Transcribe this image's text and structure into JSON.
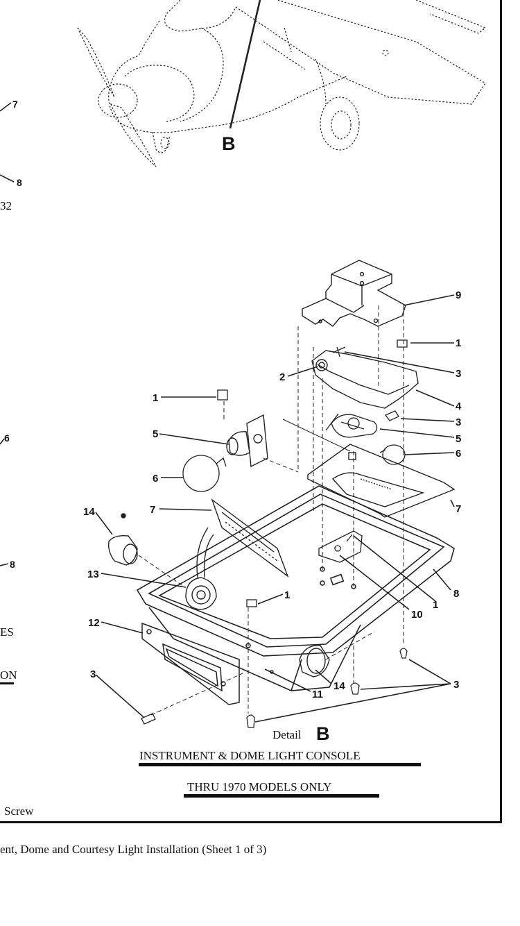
{
  "callouts": {
    "c1a": "1",
    "c1b": "1",
    "c1c": "1",
    "c1d": "1",
    "c2": "2",
    "c3a": "3",
    "c3b": "3",
    "c3c": "3",
    "c3d": "3",
    "c4": "4",
    "c5a": "5",
    "c5b": "5",
    "c6a": "6",
    "c6b": "6",
    "c7a": "7",
    "c7b": "7",
    "c8": "8",
    "c9": "9",
    "c10": "10",
    "c11": "11",
    "c12": "12",
    "c13": "13",
    "c14a": "14",
    "c14b": "14"
  },
  "left_margin": {
    "n7": "7",
    "n8a": "8",
    "n32": "32",
    "n6": "6",
    "n8b": "8",
    "es": "ES",
    "on": "ON",
    "screw": "Screw"
  },
  "detail_ref": "B",
  "detail": {
    "word": "Detail",
    "letter": "B"
  },
  "title": "INSTRUMENT & DOME LIGHT CONSOLE",
  "subtitle": "THRU 1970 MODELS ONLY",
  "figure_caption": "ent,  Dome and Courtesy Light Installation (Sheet 1 of 3)"
}
